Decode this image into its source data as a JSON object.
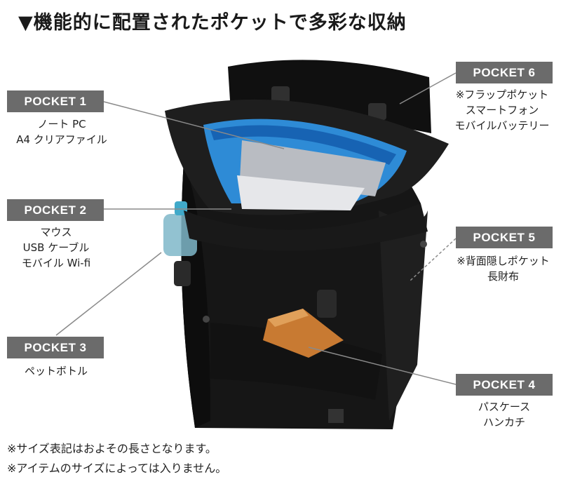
{
  "heading": "▼機能的に配置されたポケットで多彩な収納",
  "pockets": [
    {
      "tag": "POCKET 1",
      "lines": [
        "ノート PC",
        "A4 クリアファイル"
      ]
    },
    {
      "tag": "POCKET 2",
      "lines": [
        "マウス",
        "USB ケーブル",
        "モバイル Wi-fi"
      ]
    },
    {
      "tag": "POCKET 3",
      "lines": [
        "ペットボトル"
      ]
    },
    {
      "tag": "POCKET 4",
      "lines": [
        "パスケース",
        "ハンカチ"
      ]
    },
    {
      "tag": "POCKET 5",
      "lines": [
        "※背面隠しポケット",
        "長財布"
      ]
    },
    {
      "tag": "POCKET 6",
      "lines": [
        "※フラップポケット",
        "スマートフォン",
        "モバイルバッテリー"
      ]
    }
  ],
  "notes": [
    "※サイズ表記はおよその長さとなります。",
    "※アイテムのサイズによっては入りません。"
  ]
}
